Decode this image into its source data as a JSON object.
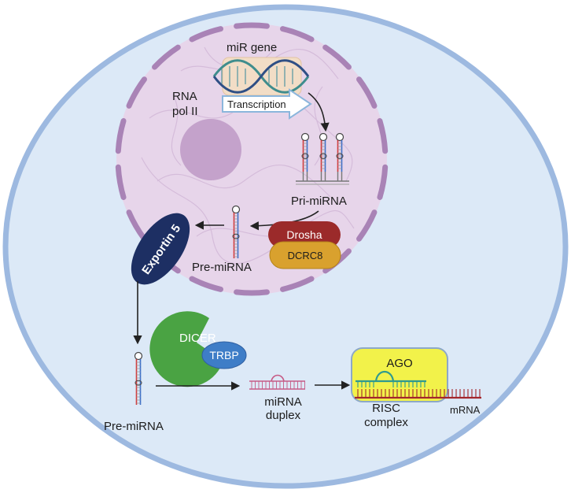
{
  "labels": {
    "mir_gene": "miR gene",
    "rna_pol": [
      "RNA",
      "pol II"
    ],
    "transcription": "Transcription",
    "pri_mirna": "Pri-miRNA",
    "drosha": "Drosha",
    "dcrc8": "DCRC8",
    "pre_mirna_nucleus": "Pre-miRNA",
    "exportin": "Exportin 5",
    "dicer": "DICER",
    "trbp": "TRBP",
    "pre_mirna_cytoplasm": "Pre-miRNA",
    "mirna_duplex": [
      "miRNA",
      "duplex"
    ],
    "ago": "AGO",
    "risc_complex": [
      "RISC",
      "complex"
    ],
    "mrna": "mRNA"
  },
  "colors": {
    "cell_fill": "#dce9f7",
    "cell_border": "#9db9e0",
    "nucleus_fill": "#e7d5ea",
    "nuclear_envelope": "#a983b6",
    "nucleolus": "#c4a2cb",
    "dna_box": "#f2ddc6",
    "dna_strand_a": "#3f8d8d",
    "dna_strand_b": "#2f4f85",
    "transcription_arrow": "#ffffff",
    "transcription_arrow_border": "#8bb6dc",
    "drosha": "#9b2a2a",
    "dcrc8": "#d9a12e",
    "exportin": "#1d2f63",
    "dicer": "#4aa343",
    "trbp": "#3e7dc7",
    "ago": "#f2f24a",
    "ago_border": "#8da8c8",
    "rna_red": "#d33a3a",
    "rna_blue": "#3a6fc9",
    "rna_teal": "#2f9a8f",
    "mrna": "#a3272c",
    "duplex": "#c65b86",
    "arrow": "#222222"
  }
}
